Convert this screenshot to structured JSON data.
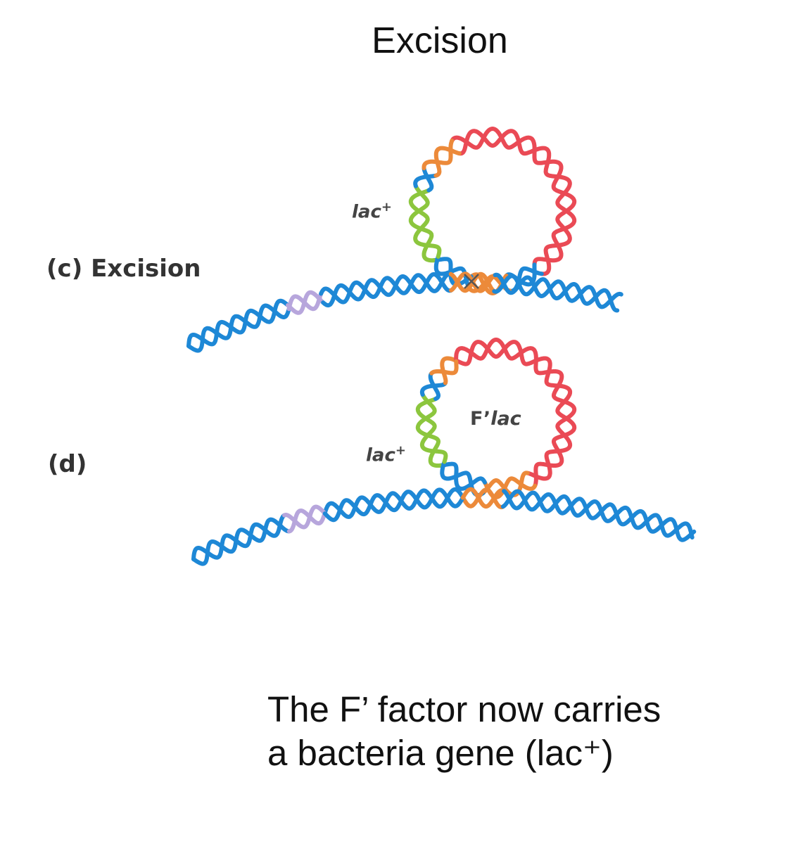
{
  "title": "Excision",
  "panels": {
    "c": {
      "label": "(c)  Excision",
      "gene_label": "lac",
      "gene_sup": "+"
    },
    "d": {
      "label": "(d)",
      "gene_label": "lac",
      "gene_sup": "+",
      "plasmid_prefix": "F’",
      "plasmid_name": "lac"
    }
  },
  "caption": {
    "line1": "The F’ factor now carries",
    "line2": "a bacteria gene (lac⁺)"
  },
  "colors": {
    "chromosome": "#1e88d6",
    "f_factor": "#ea4a55",
    "insertion_site": "#ec8a3a",
    "lac_gene": "#8cc63e",
    "other_gene": "#b7a6dc",
    "crossover_mark": "#555555"
  }
}
